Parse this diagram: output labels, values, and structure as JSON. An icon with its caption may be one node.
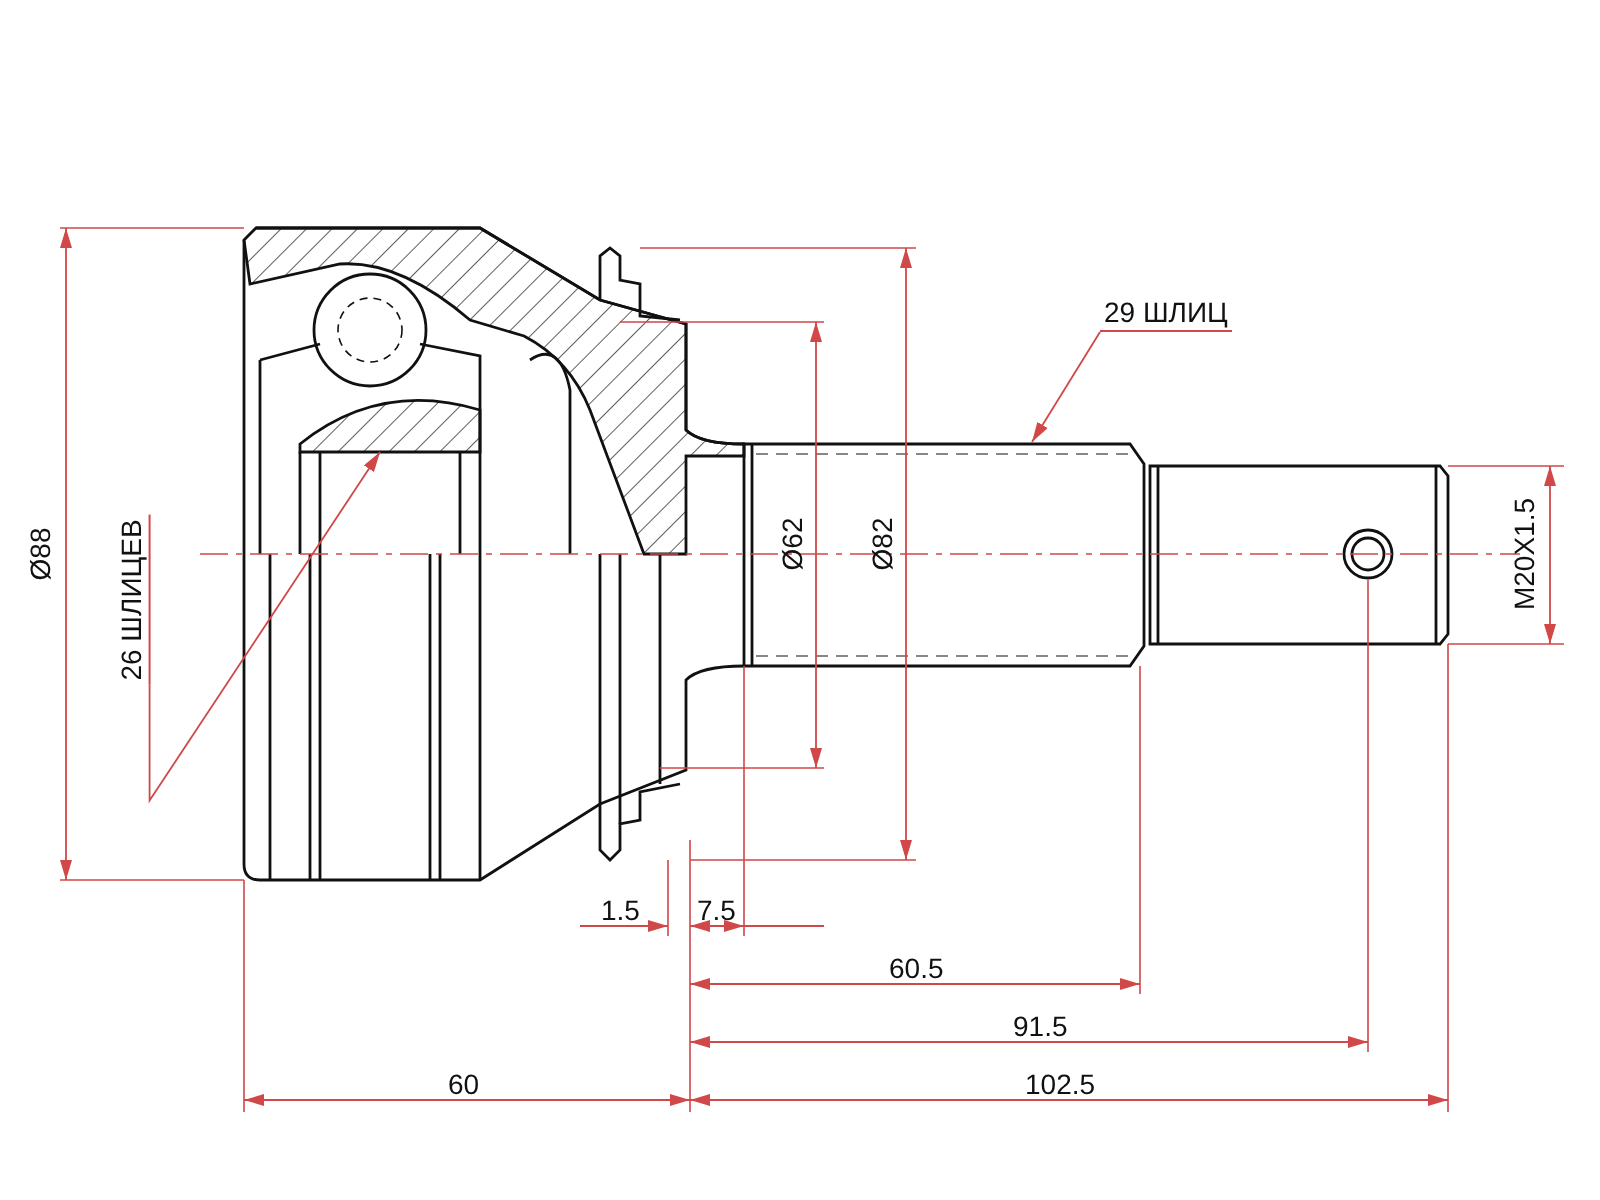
{
  "diagram": {
    "nodes": [
      {
        "text": [
          "29 ШЛИЦ"
        ]
      },
      {
        "text": [
          "26 ШЛИЦЕВ"
        ]
      }
    ],
    "edges": [
      {
        "from": 0,
        "to": null,
        "arrow": "to"
      },
      {
        "from": 1,
        "to": null,
        "arrow": "to"
      }
    ],
    "labels": [
      "Ø88",
      "Ø62",
      "Ø82",
      "M20X1.5",
      "1.5",
      "7.5",
      "60.5",
      "91.5",
      "60",
      "102.5"
    ]
  }
}
